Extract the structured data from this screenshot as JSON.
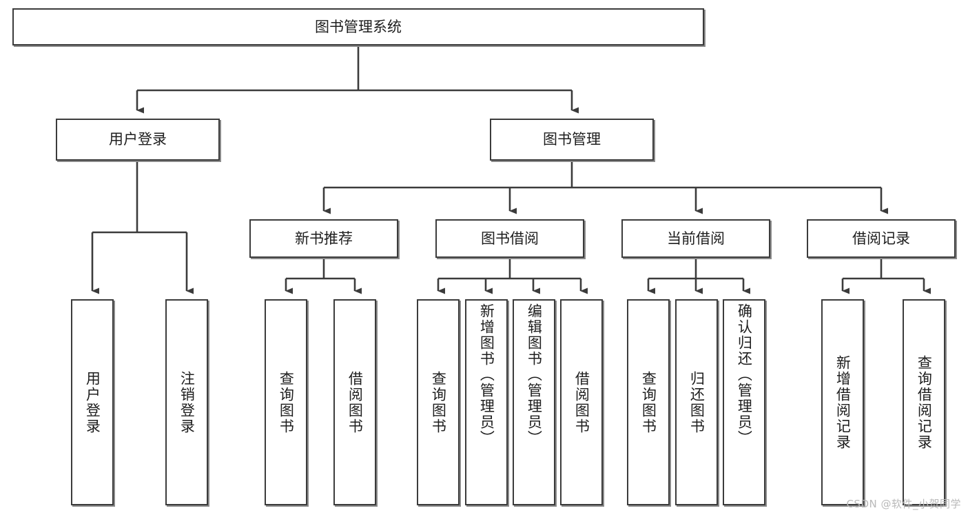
{
  "diagram": {
    "type": "hierarchy-tree",
    "title": "图书管理系统",
    "watermark": "CSDN @软件_小贺同学",
    "root": {
      "id": "root",
      "label": "图书管理系统"
    },
    "level1": [
      {
        "id": "user-login",
        "label": "用户登录"
      },
      {
        "id": "book-management",
        "label": "图书管理"
      }
    ],
    "level2": [
      {
        "id": "new-book-recommend",
        "label": "新书推荐",
        "parent": "book-management"
      },
      {
        "id": "book-borrow",
        "label": "图书借阅",
        "parent": "book-management"
      },
      {
        "id": "current-borrow",
        "label": "当前借阅",
        "parent": "book-management"
      },
      {
        "id": "borrow-record",
        "label": "借阅记录",
        "parent": "book-management"
      }
    ],
    "leaves": {
      "user-login": [
        {
          "id": "leaf-user-login",
          "label": "用户登录"
        },
        {
          "id": "leaf-user-logout",
          "label": "注销登录"
        }
      ],
      "new-book-recommend": [
        {
          "id": "leaf-query-book-1",
          "label": "查询图书"
        },
        {
          "id": "leaf-borrow-book-1",
          "label": "借阅图书"
        }
      ],
      "book-borrow": [
        {
          "id": "leaf-query-book-2",
          "label": "查询图书"
        },
        {
          "id": "leaf-add-book",
          "label": "新增图书（管理员）"
        },
        {
          "id": "leaf-edit-book",
          "label": "编辑图书（管理员）"
        },
        {
          "id": "leaf-borrow-book-2",
          "label": "借阅图书"
        }
      ],
      "current-borrow": [
        {
          "id": "leaf-query-book-3",
          "label": "查询图书"
        },
        {
          "id": "leaf-return-book",
          "label": "归还图书"
        },
        {
          "id": "leaf-confirm-return",
          "label": "确认归还（管理员）"
        }
      ],
      "borrow-record": [
        {
          "id": "leaf-add-record",
          "label": "新增借阅记录"
        },
        {
          "id": "leaf-query-record",
          "label": "查询借阅记录"
        }
      ]
    },
    "colors": {
      "stroke": "#3b3b3b",
      "fill": "#ffffff",
      "text": "#1d1d1d",
      "watermark": "#b9b9b9"
    }
  }
}
